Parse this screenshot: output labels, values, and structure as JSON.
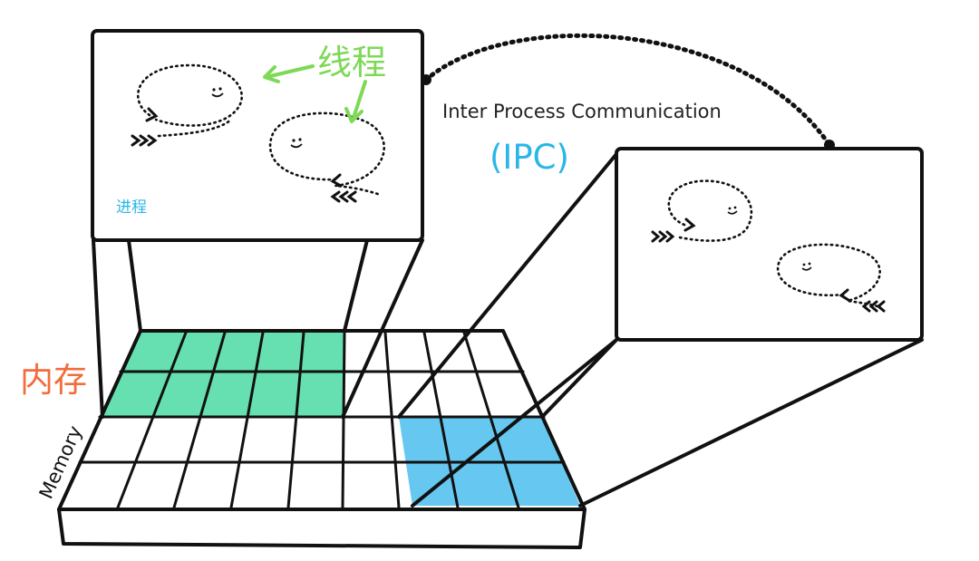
{
  "labels": {
    "thread": "线程",
    "process": "进程",
    "ipc_full": "Inter Process Communication",
    "ipc_short": "(IPC)",
    "memory_cn": "内存",
    "memory_en": "Memory"
  },
  "colors": {
    "thread_label": "#7ed957",
    "process_label": "#29b6e8",
    "ipc_label": "#29b6e8",
    "memory_cn_label": "#f26d3d",
    "memory_green": "#66e0b0",
    "memory_blue": "#66c7f0",
    "line": "#111111"
  },
  "icons": [
    "thread-loop-icon",
    "arrow-icon",
    "smiley-icon"
  ]
}
